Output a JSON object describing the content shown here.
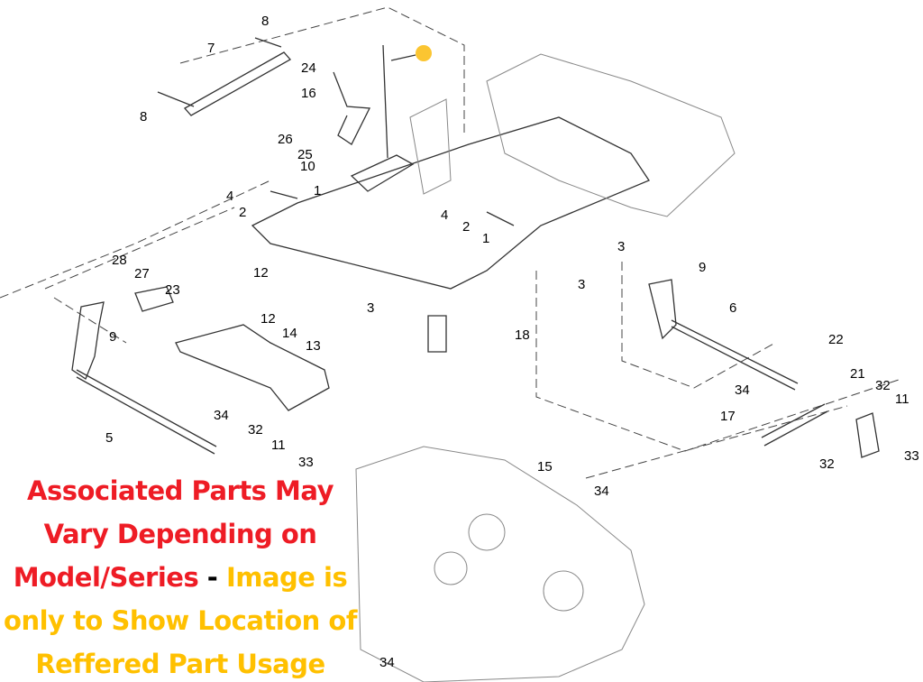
{
  "callouts": [
    "8",
    "7",
    "24",
    "16",
    "8",
    "26",
    "25",
    "10",
    "4",
    "1",
    "2",
    "4",
    "2",
    "1",
    "3",
    "12",
    "28",
    "27",
    "23",
    "3",
    "9",
    "3",
    "6",
    "18",
    "12",
    "14",
    "13",
    "9",
    "22",
    "21",
    "32",
    "11",
    "34",
    "17",
    "5",
    "34",
    "32",
    "11",
    "33",
    "15",
    "34",
    "32",
    "33",
    "34"
  ],
  "notice": {
    "red": "Associated Parts May Vary Depending on Model/Series",
    "separator": " - ",
    "yellow": "Image is only to Show Location of Reffered Part Usage"
  },
  "colors": {
    "notice_red": "#ee1c25",
    "notice_yellow": "#ffc000",
    "highlight_dot": "#fbc531"
  }
}
